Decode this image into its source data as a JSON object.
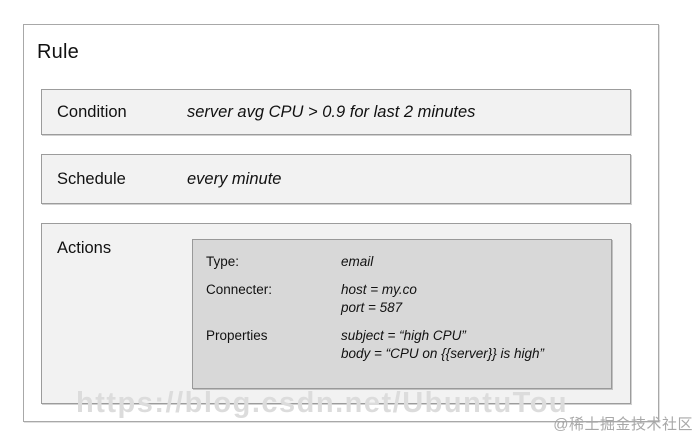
{
  "diagram": {
    "title": "Rule",
    "sections": [
      {
        "label": "Condition",
        "value": "server avg CPU > 0.9 for last 2 minutes"
      },
      {
        "label": "Schedule",
        "value": "every minute"
      },
      {
        "label": "Actions"
      }
    ],
    "action_details": {
      "rows": [
        {
          "label": "Type:",
          "lines": [
            "email"
          ]
        },
        {
          "label": "Connecter:",
          "lines": [
            "host = my.co",
            "port = 587"
          ]
        },
        {
          "label": "Properties",
          "lines": [
            "subject = “high CPU”",
            "body = “CPU on {{server}} is high”"
          ]
        }
      ]
    }
  },
  "watermarks": {
    "url": "https://blog.csdn.net/UbuntuTou",
    "community": "@稀土掘金技术社区"
  },
  "colors": {
    "section_fill": "#f2f2f2",
    "section_border": "#9c9c9c",
    "detail_fill": "#d8d8d8",
    "outer_border": "#a8a8a8",
    "text": "#111111",
    "watermark_url": "#dcdcdc",
    "watermark_community": "#a8a8a8"
  }
}
